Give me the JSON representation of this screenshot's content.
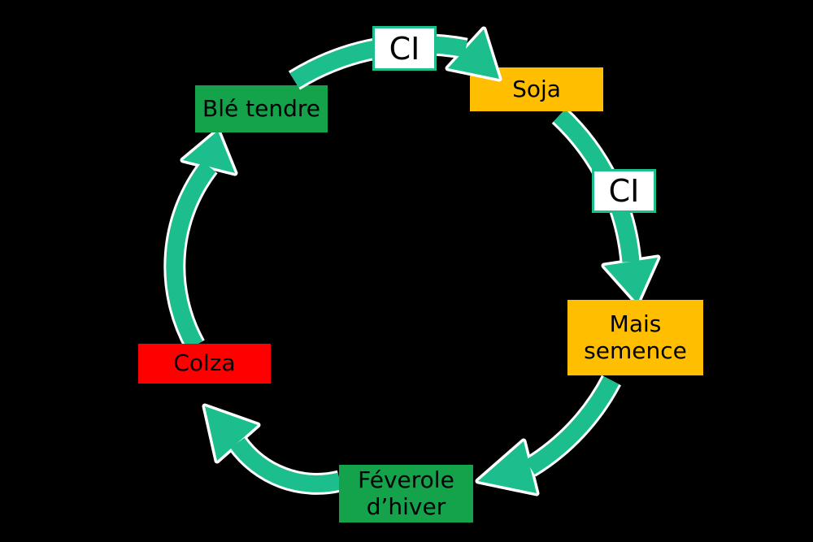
{
  "diagram": {
    "type": "cycle",
    "background": "#000000",
    "arrow_color": "#1BBE8C",
    "arrow_outline_color": "#FFFFFF",
    "text_color": "#000000",
    "nodes": {
      "ble_tendre": {
        "label": "Blé tendre",
        "color": "#14A24A"
      },
      "ci_top": {
        "label": "CI",
        "color": "#FFFFFF",
        "border": "#1BBE8C"
      },
      "soja": {
        "label": "Soja",
        "color": "#FFBE00"
      },
      "ci_right": {
        "label": "CI",
        "color": "#FFFFFF",
        "border": "#1BBE8C"
      },
      "mais_semence": {
        "label": "Mais semence",
        "color": "#FFBE00"
      },
      "feverole_hiver": {
        "label": "Féverole d’hiver",
        "color": "#14A24A"
      },
      "colza": {
        "label": "Colza",
        "color": "#FF0000"
      }
    },
    "cycle_order": [
      "ble_tendre",
      "ci_top",
      "soja",
      "ci_right",
      "mais_semence",
      "feverole_hiver",
      "colza"
    ]
  }
}
